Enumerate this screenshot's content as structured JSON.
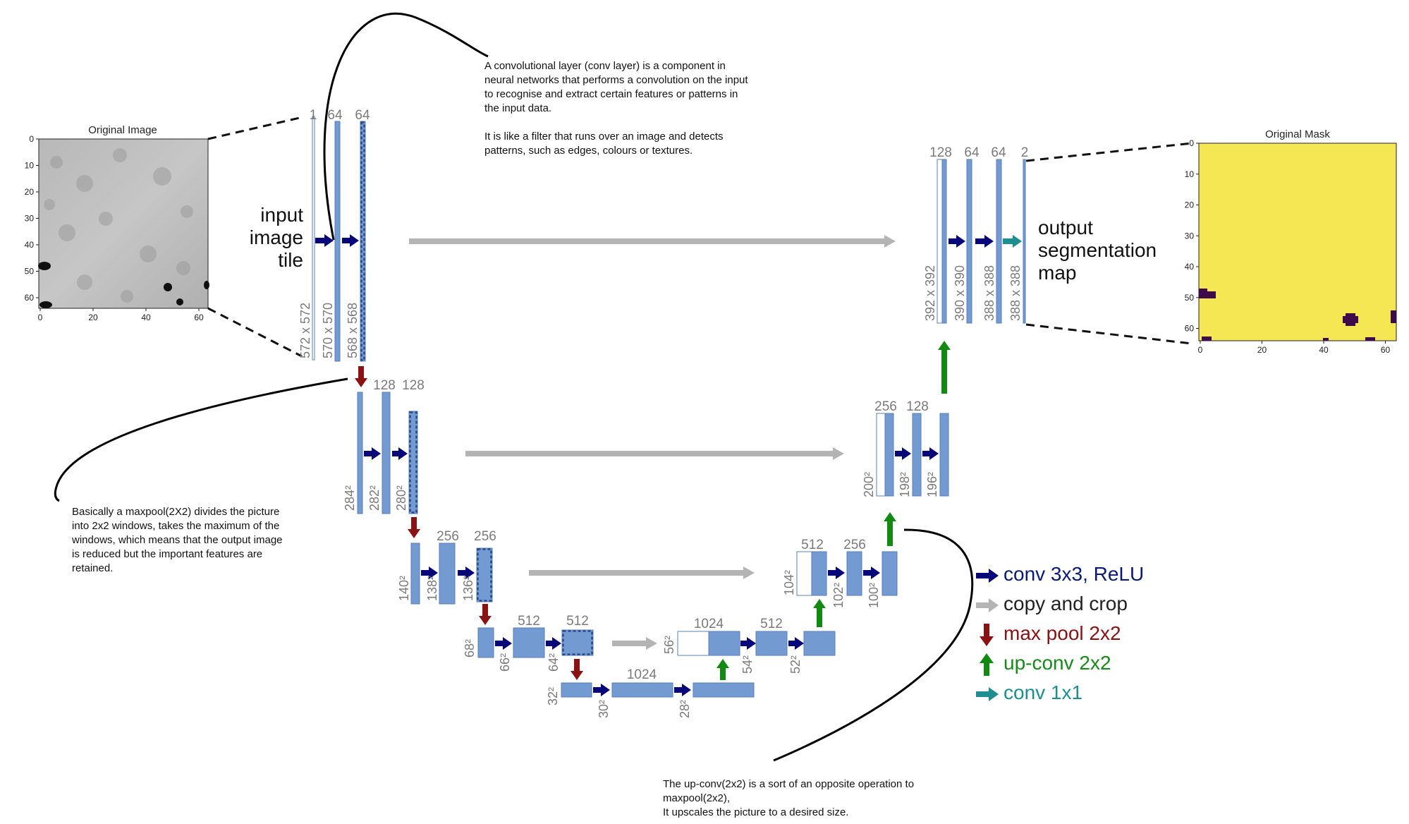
{
  "unet": {
    "labels": {
      "input": [
        "input",
        "image",
        "tile"
      ],
      "output": [
        "output",
        "segmentation",
        "map"
      ]
    },
    "channels": {
      "l1": [
        "1",
        "64",
        "64"
      ],
      "l2": [
        "128",
        "128"
      ],
      "l3": [
        "256",
        "256"
      ],
      "l4": [
        "512",
        "512"
      ],
      "l5": [
        "1024"
      ],
      "r4": [
        "1024",
        "512"
      ],
      "r3": [
        "512",
        "256"
      ],
      "r2": [
        "256",
        "128"
      ],
      "r1": [
        "128",
        "64",
        "64",
        "2"
      ]
    },
    "sizes": {
      "l1": [
        "572 x 572",
        "570 x 570",
        "568 x 568"
      ],
      "l2": [
        "284²",
        "282²",
        "280²"
      ],
      "l3": [
        "140²",
        "138²",
        "136²"
      ],
      "l4": [
        "68²",
        "66²",
        "64²"
      ],
      "l5": [
        "32²",
        "30²",
        "28²"
      ],
      "r4": [
        "56²",
        "54²",
        "52²"
      ],
      "r3": [
        "104²",
        "102²",
        "100²"
      ],
      "r2": [
        "200²",
        "198²",
        "196²"
      ],
      "r1": [
        "392 x 392",
        "390 x 390",
        "388 x 388",
        "388 x 388"
      ]
    }
  },
  "legend": [
    {
      "icon": "conv-arrow-icon",
      "label": "conv 3x3, ReLU",
      "color": "#0a1a7a"
    },
    {
      "icon": "copy-arrow-icon",
      "label": "copy and crop",
      "color": "#222222"
    },
    {
      "icon": "maxpool-arrow-icon",
      "label": "max pool 2x2",
      "color": "#8b1212"
    },
    {
      "icon": "upconv-arrow-icon",
      "label": "up-conv 2x2",
      "color": "#178a17"
    },
    {
      "icon": "conv1x1-arrow-icon",
      "label": "conv 1x1",
      "color": "#1d8f8f"
    }
  ],
  "colors": {
    "block": "#739bd2",
    "conv": "#07077a",
    "copy": "#b4b4b4",
    "maxpool": "#8b1212",
    "upconv": "#128a12",
    "conv1x1": "#1d8f8f",
    "mask_fill": "#f5e653",
    "mask_blob": "#3f0a4a"
  },
  "original_image": {
    "title": "Original Image",
    "yticks": [
      "0",
      "10",
      "20",
      "30",
      "40",
      "50",
      "60"
    ],
    "xticks": [
      "0",
      "20",
      "40",
      "60"
    ]
  },
  "original_mask": {
    "title": "Original Mask",
    "yticks": [
      "0",
      "10",
      "20",
      "30",
      "40",
      "50",
      "60"
    ],
    "xticks": [
      "0",
      "20",
      "40",
      "60"
    ]
  },
  "annotations": {
    "conv_layer": [
      "A convolutional layer (conv layer) is a component in",
      "neural networks that performs a convolution on the input",
      "to recognise and extract certain features or patterns in",
      "the input data.",
      "",
      "It is like a filter that runs over an image and detects",
      "patterns, such as edges, colours or textures."
    ],
    "maxpool": [
      "Basically a maxpool(2X2) divides the picture",
      "into 2x2 windows, takes the maximum of the",
      "windows, which means that the output image",
      "is reduced but the important features are",
      "retained."
    ],
    "upconv": [
      "The up-conv(2x2) is a sort of an opposite operation to",
      "maxpool(2x2),",
      "It upscales the picture to a desired size."
    ]
  }
}
